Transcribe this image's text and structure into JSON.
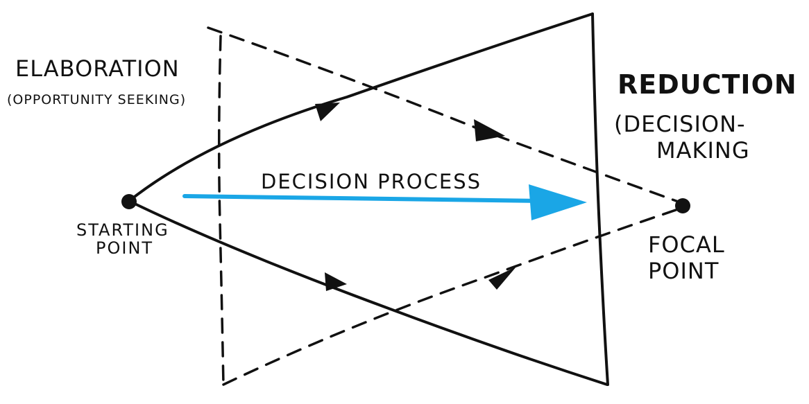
{
  "left": {
    "title": "ELABORATION",
    "subtitle": "(OPPORTUNITY SEEKING)"
  },
  "right": {
    "title": "REDUCTION",
    "subtitle_line1": "(DECISION-",
    "subtitle_line2": "MAKING"
  },
  "center": {
    "process_label": "DECISION PROCESS"
  },
  "points": {
    "start_line1": "STARTING",
    "start_line2": "POINT",
    "focal_line1": "FOCAL",
    "focal_line2": "POINT"
  },
  "colors": {
    "ink": "#111111",
    "process_arrow": "#1aa6e6"
  }
}
